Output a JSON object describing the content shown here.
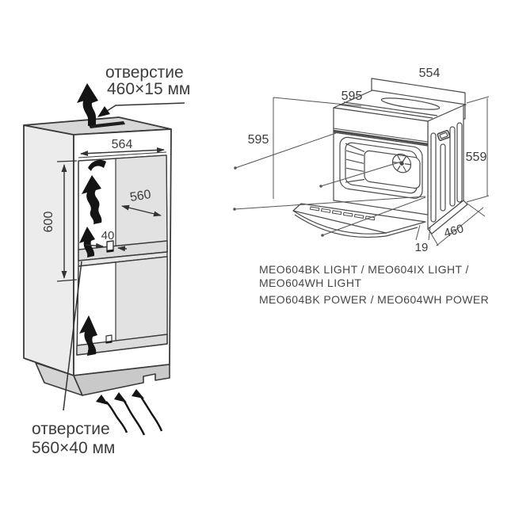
{
  "cabinet": {
    "top_vent_label": {
      "line1": "отверстие",
      "line2": "460×15 мм"
    },
    "bottom_vent_label": {
      "line1": "отверстие",
      "line2": "560×40 мм"
    },
    "dims": {
      "inner_width": "564",
      "inner_height": "600",
      "inner_depth": "560",
      "rear_gap": "40"
    }
  },
  "oven": {
    "dims": {
      "rear_width": "554",
      "front_width": "595",
      "front_height": "595",
      "body_height": "559",
      "door_gap": "19",
      "body_depth": "460"
    }
  },
  "models": {
    "light_line1": "MEO604BK LIGHT / MEO604IX LIGHT /",
    "light_line2": "MEO604WH LIGHT",
    "power_line": "MEO604BK POWER / MEO604WH POWER"
  },
  "colors": {
    "line_ink": "#3a3a3a",
    "top_face_gray": "#d7d7d7",
    "side_gray": "#ececec",
    "inner_wall_gray": "#e2e2e2",
    "shelf_gray": "#dcdcdc",
    "plinth_gray": "#c9c9c9",
    "arrow_black": "#141414"
  }
}
